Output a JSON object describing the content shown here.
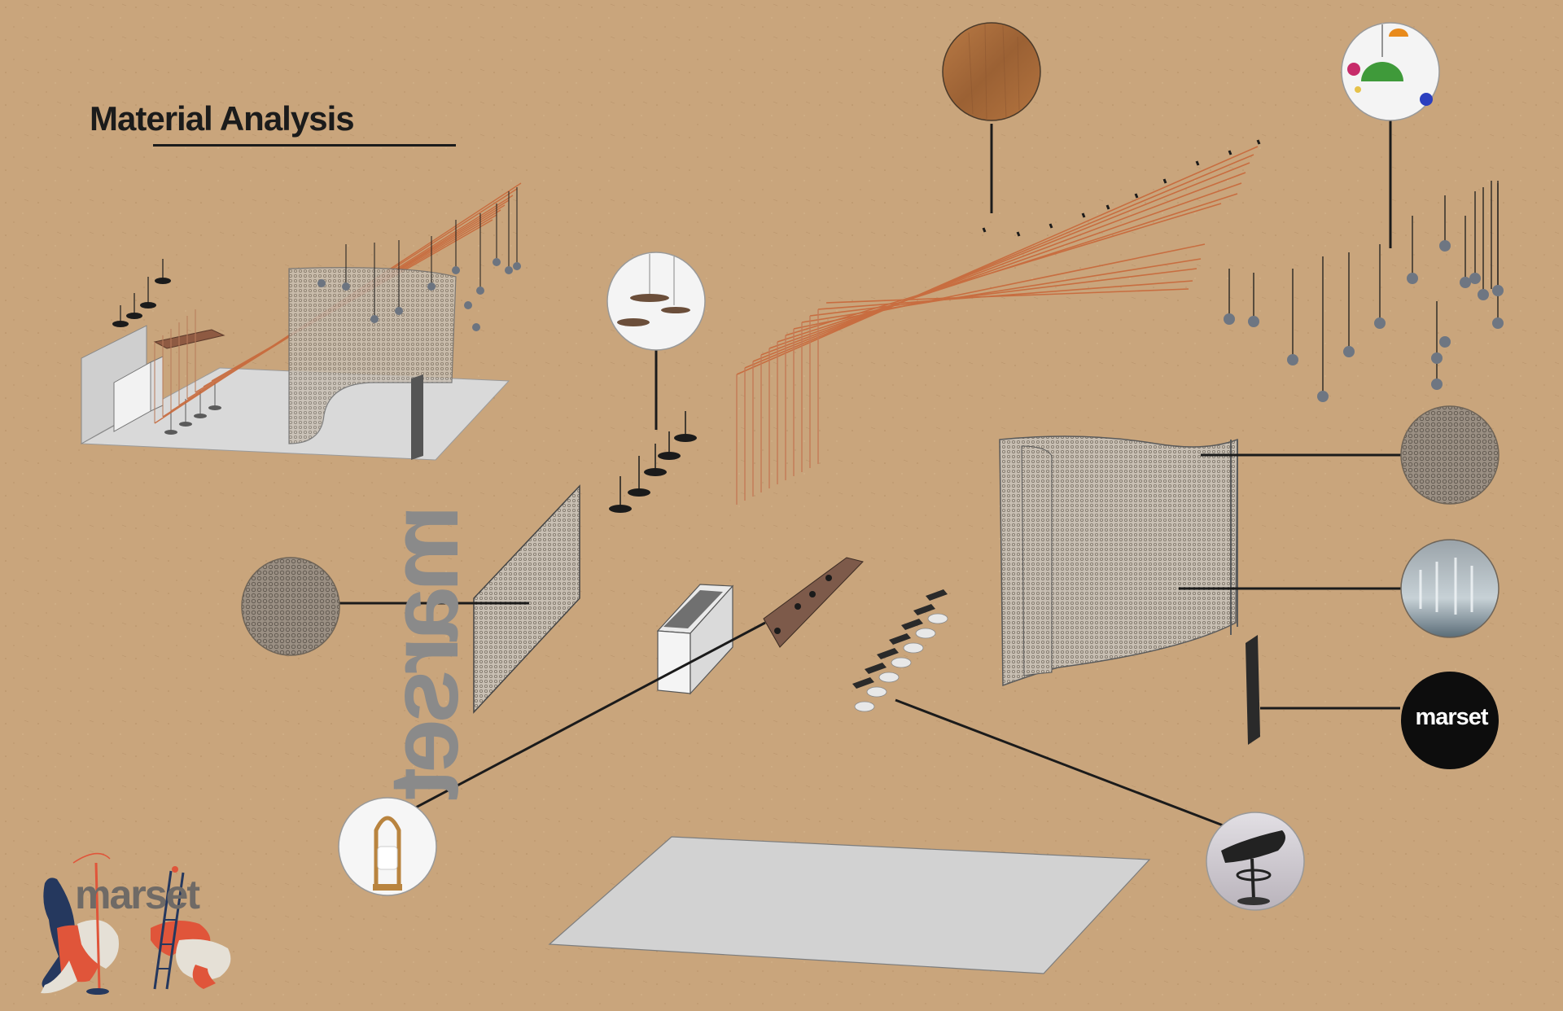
{
  "header": {
    "title": "Material Analysis"
  },
  "brand": {
    "logo_text": "marset",
    "badge_text": "marset",
    "mirrored_sign": "marset"
  },
  "colors": {
    "board": "#c9a57c",
    "ink": "#1b1b1b",
    "copper": "#c8683a",
    "concrete": "#d2d2d2",
    "mesh": "#a79e92",
    "accent_red": "#e0553a",
    "accent_navy": "#25385e"
  },
  "swatches": [
    {
      "name": "wood-swatch",
      "material": "wood"
    },
    {
      "name": "colored-pendants-swatch",
      "material": "coloured glass pendants"
    },
    {
      "name": "pendant-lamps-swatch",
      "material": "pendant lamps"
    },
    {
      "name": "metal-mesh-swatch-right",
      "material": "metal mesh"
    },
    {
      "name": "mesh-photo-swatch",
      "material": "mesh installation"
    },
    {
      "name": "marset-badge",
      "material": "brand sign"
    },
    {
      "name": "metal-mesh-swatch-left",
      "material": "metal mesh"
    },
    {
      "name": "portable-lamp-swatch",
      "material": "portable lamp"
    },
    {
      "name": "bar-stool-swatch",
      "material": "bar stool"
    }
  ]
}
